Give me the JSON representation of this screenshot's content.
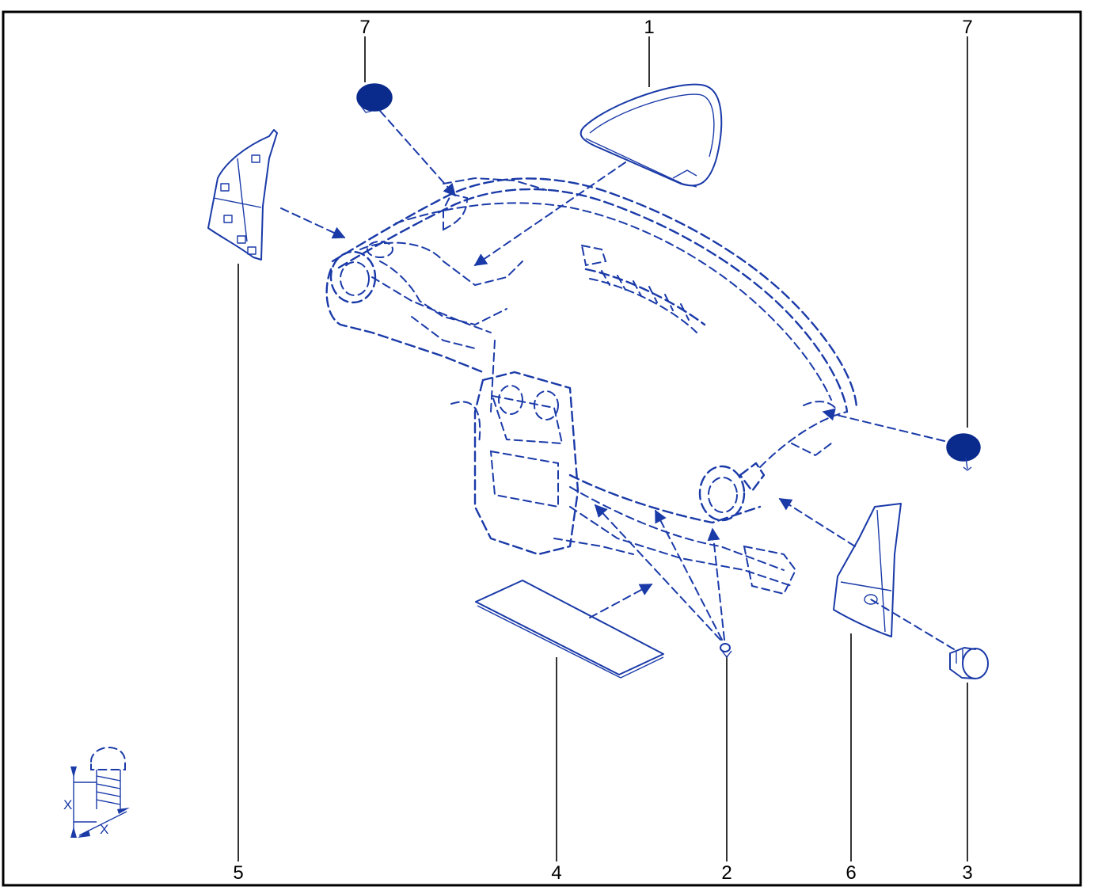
{
  "callouts": {
    "top_left_7": "7",
    "top_center_1": "1",
    "top_right_7": "7",
    "bottom_5": "5",
    "bottom_4": "4",
    "bottom_2": "2",
    "bottom_6": "6",
    "bottom_3": "3"
  },
  "torque_symbol": {
    "dim_vertical": "X",
    "dim_horizontal": "X"
  },
  "colors": {
    "part_line": "#1a3aa8",
    "cap_fill": "#0a2a8c",
    "frame": "#000000"
  }
}
